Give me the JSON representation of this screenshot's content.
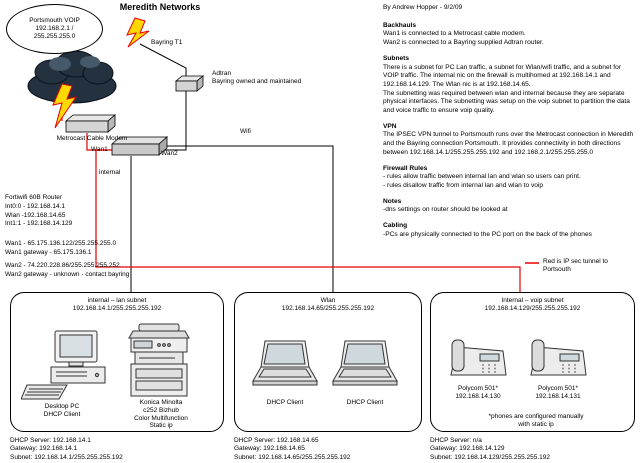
{
  "title": "Meredith Networks",
  "colors": {
    "tunnel_red": "#e60000",
    "bolt_yellow": "#ffd900",
    "cloud_dark": "#24313e"
  },
  "cloud": {
    "callout": "Portsmouth VOIP\n192.168.2.1 /\n255.255.255.0"
  },
  "wan": {
    "bayring_label": "Bayring T1",
    "adtran_label": "Adtran\nBayring owned and maintained",
    "modem_label": "Metrocast Cable Modem",
    "wan1_label": "Wan1",
    "wan2_label": "Wan2",
    "internal_label": "internal",
    "wifi_label": "Wifi"
  },
  "router_info": "Fortiwifi 60B Router\nInt0:0 - 192.168.14.1\nWlan -192.168.14.65\nInt1:1 - 192.168.14.129",
  "wan1_info": "Wan1 - 65.175.136.122/255.255.255.0\nWan1 gateway - 65.175.136.1",
  "wan2_info": "Wan2 - 74.220.228.86/255.255.255.252\nWan2 gateway - unknown - contact bayring",
  "legend": {
    "label": "Red is IP sec tunnel to Portsouth"
  },
  "sidebar": {
    "byline": "By Andrew Hopper - 9/2/09",
    "sections": [
      {
        "heading": "Backhauls",
        "body": "Wan1 is connected to a Metrocast cable modem.\nWan2 is connected to a Bayring supplied Adtran router."
      },
      {
        "heading": "Subnets",
        "body": "There is a subnet for PC Lan traffic, a subnet for Wlan/wifi traffic, and a subnet for VOIP traffic.  The internal nic on the firewall is multihomed at 192.168.14.1 and 192.168.14.129.  The Wlan nic is at 192.168.14.65.\nThe subnetting was required between wlan and internal because they are separate physical interfaces.  The subnetting was setup on the voip subnet to partition the data and voice traffic to ensure voip quality."
      },
      {
        "heading": "VPN",
        "body": "The IPSEC VPN tunnel to Portsmouth runs over the Metrocast connection in Meredith and the Bayring connection Portsmouth.  It provides connectivity in both directions between 192.168.14.1/255.255.255.192 and 192.168.2.1/255.255.255.0"
      },
      {
        "heading": "Firewall Rules",
        "body": "- rules allow traffic between internal lan and wlan so users can print.\n- rules disallow traffic from internal lan and wlan to voip"
      },
      {
        "heading": "Notes",
        "body": "-dns settings on router should be looked at"
      },
      {
        "heading": "Cabling",
        "body": "-PCs are physically connected to the PC port on the back of the phones"
      }
    ]
  },
  "subnets": [
    {
      "title": "internal – lan subnet",
      "cidr": "192.168.14.1/255.255.255.192",
      "devices": [
        {
          "label": "Desktop PC\nDHCP Client"
        },
        {
          "label": "Konica Minolta\nc252 Bizhub\nColor Multifunction\nStatic ip"
        }
      ],
      "footer": "DHCP Server: 192.168.14.1\nGateway: 192.168.14.1\nSubnet: 192.168.14.1/255.255.255.192"
    },
    {
      "title": "Wlan",
      "cidr": "192.168.14.65/255.255.255.192",
      "devices": [
        {
          "label": "DHCP Client"
        },
        {
          "label": "DHCP Client"
        }
      ],
      "footer": "DHCP Server: 192.168.14.65\nGateway: 192.168.14.65\nSubnet: 192.168.14.65/255.255.255.192"
    },
    {
      "title": "Internal – voip subnet",
      "cidr": "192.168.14.129/255.255.255.192",
      "devices": [
        {
          "label": "Polycom 501*\n192.168.14.130"
        },
        {
          "label": "Polycom 501*\n192.168.14.131"
        }
      ],
      "note": "*phones are configured manually\nwith static ip",
      "footer": "DHCP Server: n/a\nGateway: 192.168.14.129\nSubnet: 192.168.14.129/255.255.255.192"
    }
  ]
}
